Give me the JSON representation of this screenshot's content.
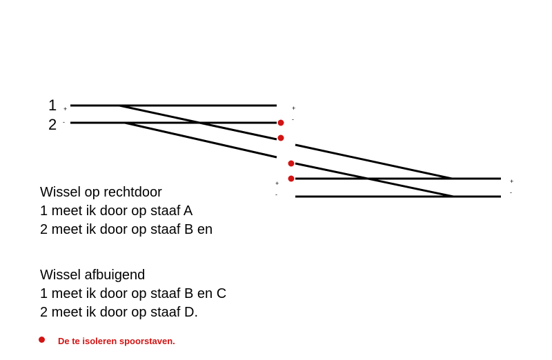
{
  "track_labels": {
    "one": "1",
    "two": "2"
  },
  "signs": {
    "plus": "+",
    "minus": "-"
  },
  "text_straight": {
    "heading": "Wissel op rechtdoor",
    "line1": "1 meet ik door op staaf A",
    "line2": "2 meet ik door op staaf B en"
  },
  "text_diverging": {
    "heading": "Wissel afbuigend",
    "line1": "1 meet ik door op staaf B en C",
    "line2": "2 meet ik door op staaf D."
  },
  "legend": {
    "label": "De te isoleren spoorstaven."
  },
  "colors": {
    "rail": "#000000",
    "isolation_marker": "#d21414",
    "background": "#ffffff"
  }
}
